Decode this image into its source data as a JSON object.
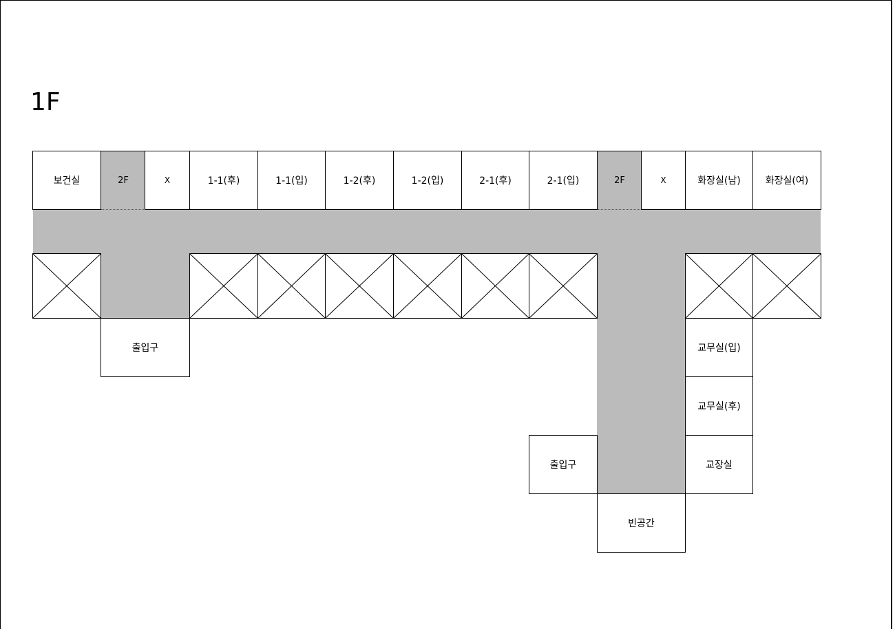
{
  "floor": {
    "title": "1F"
  },
  "top_row": {
    "health_room": "보건실",
    "stairs_left": "2F",
    "x_left": "X",
    "room_1_1_back": "1-1(후)",
    "room_1_1_front": "1-1(입)",
    "room_1_2_back": "1-2(후)",
    "room_1_2_front": "1-2(입)",
    "room_2_1_back": "2-1(후)",
    "room_2_1_front": "2-1(입)",
    "stairs_right": "2F",
    "x_right": "X",
    "restroom_men": "화장실(남)",
    "restroom_women": "화장실(여)"
  },
  "lower_rooms": {
    "entrance_left": "출입구",
    "teachers_office_front": "교무실(입)",
    "teachers_office_back": "교무실(후)",
    "entrance_right": "출입구",
    "principal_office": "교장실",
    "empty_space": "빈공간"
  },
  "colors": {
    "corridor": "#bbbbbb",
    "room": "#ffffff",
    "border": "#000000"
  }
}
